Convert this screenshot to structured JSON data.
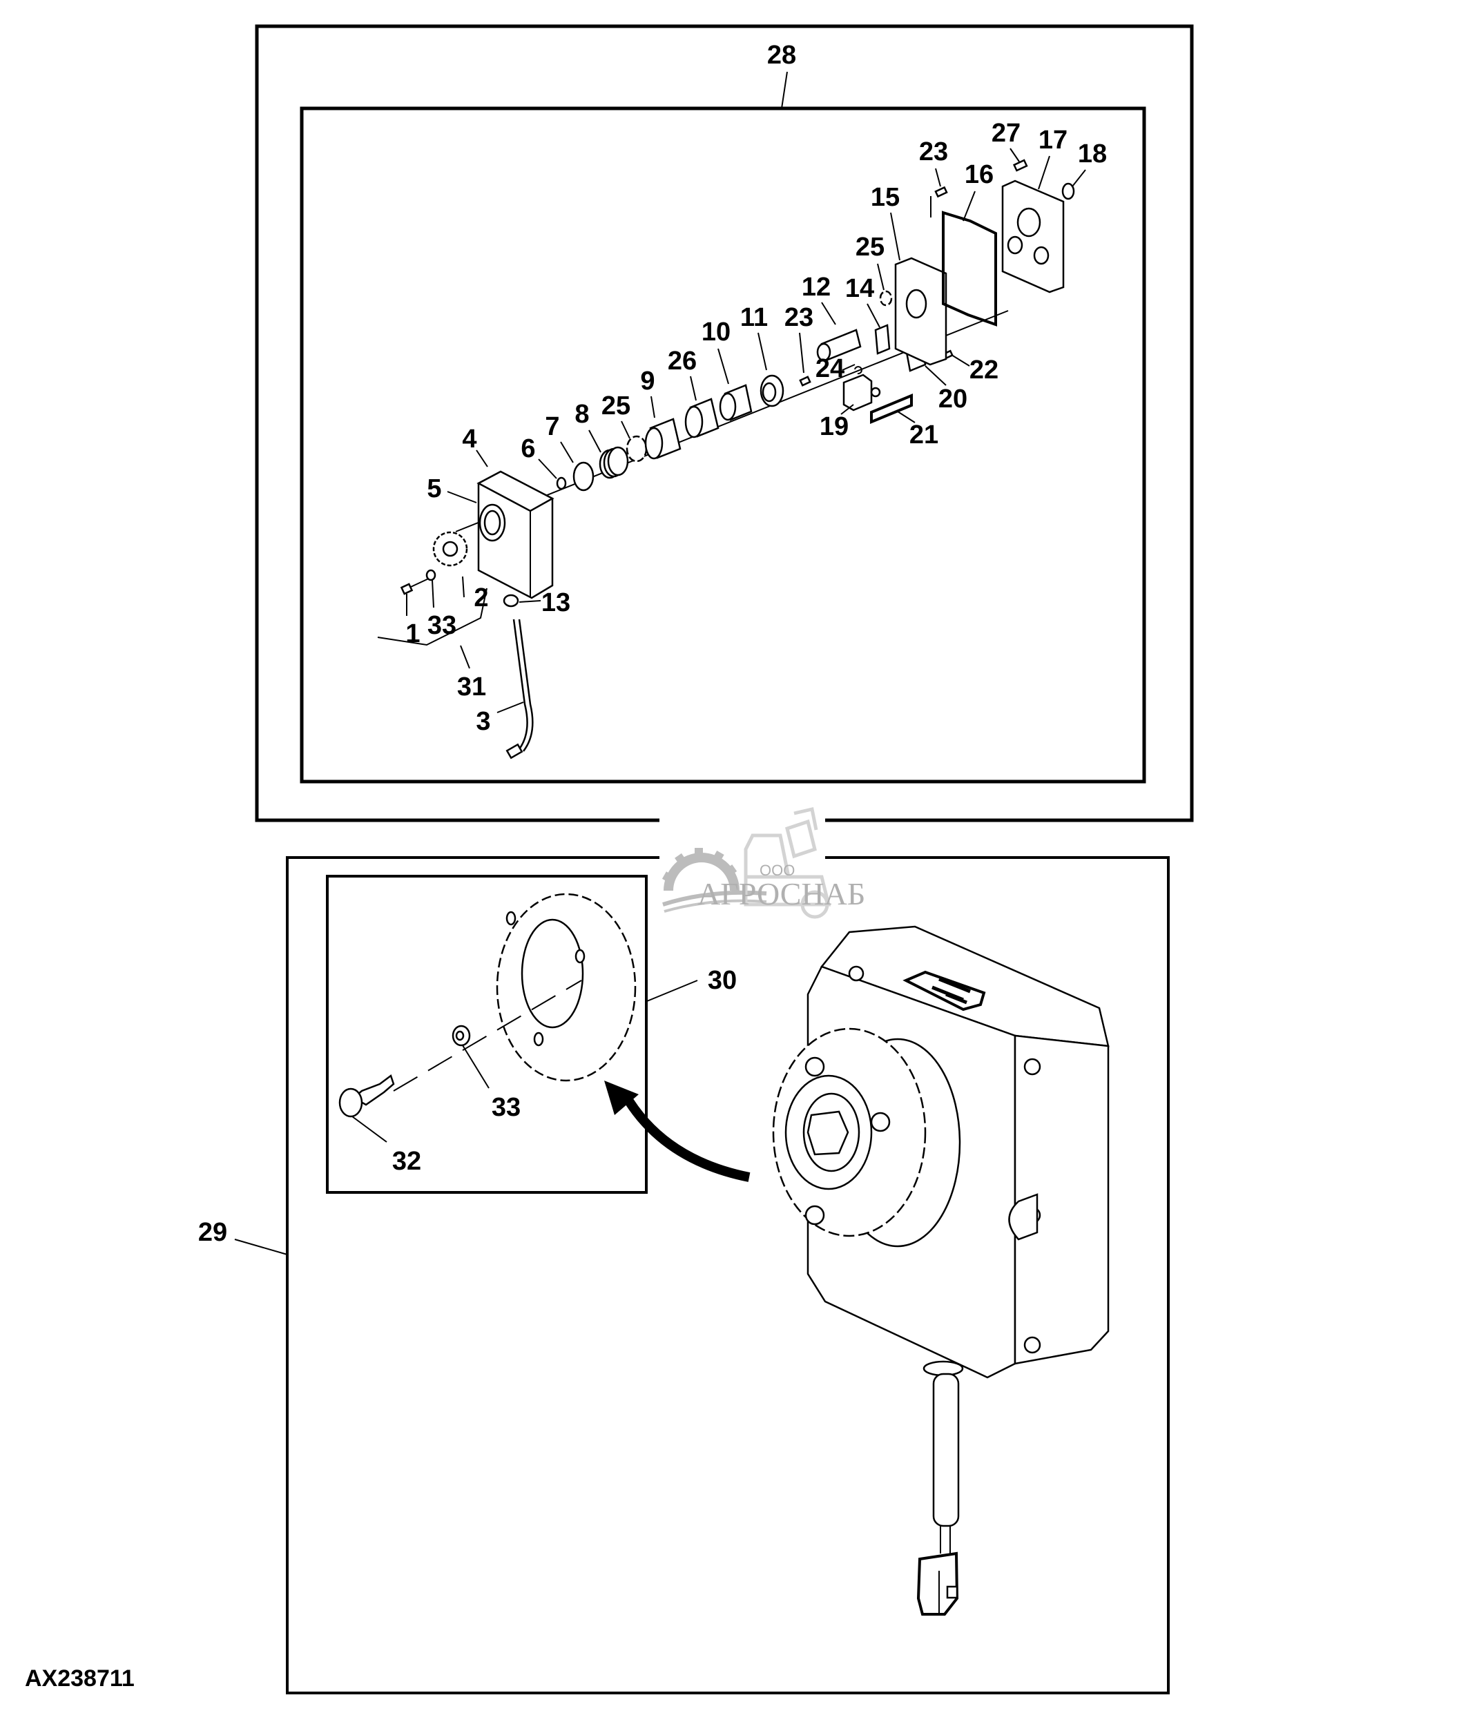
{
  "figure": {
    "id": "AX238711",
    "type": "exploded parts diagram",
    "subject": "electric actuator assembly with drive sprocket"
  },
  "watermark": {
    "prefix": "ООО",
    "name": "АГРОСНАБ",
    "color": "#a8a8a8",
    "icons": [
      "gear-icon",
      "combine-harvester-icon"
    ]
  },
  "assemblies": {
    "upper": {
      "callout": "28",
      "description": "exploded actuator components"
    },
    "lower": {
      "callout": "29",
      "description": "assembled actuator with sprocket"
    },
    "inset": {
      "callout": "30",
      "description": "sprocket mounting detail"
    }
  },
  "callouts": {
    "c1": "1",
    "c2": "2",
    "c3": "3",
    "c4": "4",
    "c5": "5",
    "c6": "6",
    "c7": "7",
    "c8": "8",
    "c9": "9",
    "c10": "10",
    "c11": "11",
    "c12": "12",
    "c13": "13",
    "c14": "14",
    "c15": "15",
    "c16": "16",
    "c17": "17",
    "c18": "18",
    "c19": "19",
    "c20": "20",
    "c21": "21",
    "c22": "22",
    "c23a": "23",
    "c23b": "23",
    "c24": "24",
    "c25a": "25",
    "c25b": "25",
    "c26": "26",
    "c27": "27",
    "c28": "28",
    "c29": "29",
    "c30": "30",
    "c31": "31",
    "c32": "32",
    "c33a": "33",
    "c33b": "33"
  },
  "colors": {
    "ink": "#000000",
    "paper": "#ffffff"
  }
}
